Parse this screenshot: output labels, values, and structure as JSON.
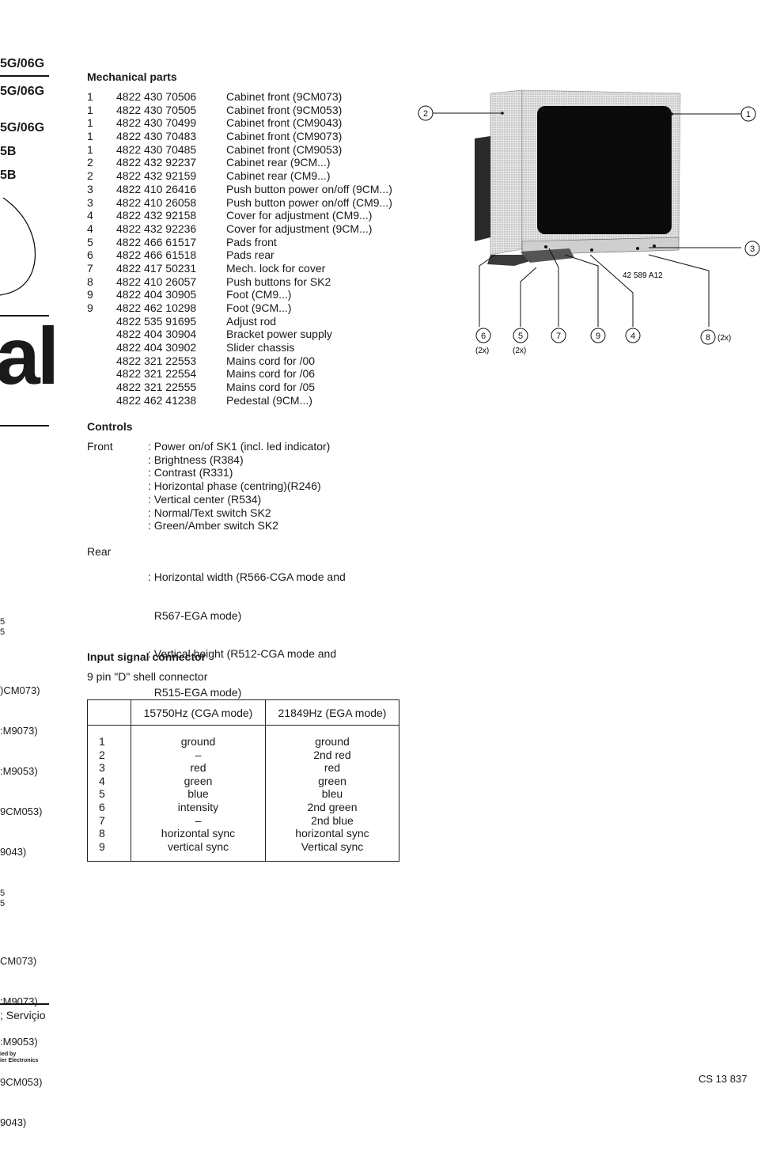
{
  "left_margin": {
    "models": [
      "5G/06G",
      "5G/06G",
      "5G/06G",
      "5B",
      "5B"
    ],
    "big_text": "al",
    "list_a_head": [
      "5",
      "5"
    ],
    "list_a": [
      ")CM073)",
      ":M9073)",
      ":M9053)",
      "9CM053)",
      "9043)"
    ],
    "list_b_head": [
      "5",
      "5"
    ],
    "list_b": [
      "CM073)",
      ":M9073)",
      ":M9053)",
      "9CM053)",
      "9043)"
    ],
    "service_text": "; Serviçio",
    "publisher_line1": "ied by",
    "publisher_line2": "ier Electronics"
  },
  "mechanical": {
    "heading": "Mechanical parts",
    "parts": [
      {
        "qty": "1",
        "code": "4822 430 70506",
        "desc": "Cabinet front (9CM073)"
      },
      {
        "qty": "1",
        "code": "4822 430 70505",
        "desc": "Cabinet front (9CM053)"
      },
      {
        "qty": "1",
        "code": "4822 430 70499",
        "desc": "Cabinet front (CM9043)"
      },
      {
        "qty": "1",
        "code": "4822 430 70483",
        "desc": "Cabinet front (CM9073)"
      },
      {
        "qty": "1",
        "code": "4822 430 70485",
        "desc": "Cabinet front (CM9053)"
      },
      {
        "qty": "2",
        "code": "4822 432 92237",
        "desc": "Cabinet rear (9CM...)"
      },
      {
        "qty": "2",
        "code": "4822 432 92159",
        "desc": "Cabinet rear (CM9...)"
      },
      {
        "qty": "3",
        "code": "4822 410 26416",
        "desc": "Push button power on/off (9CM...)"
      },
      {
        "qty": "3",
        "code": "4822 410 26058",
        "desc": "Push button power on/off (CM9...)"
      },
      {
        "qty": "4",
        "code": "4822 432 92158",
        "desc": "Cover for adjustment (CM9...)"
      },
      {
        "qty": "4",
        "code": "4822 432 92236",
        "desc": "Cover for adjustment (9CM...)"
      },
      {
        "qty": "5",
        "code": "4822 466 61517",
        "desc": "Pads front"
      },
      {
        "qty": "6",
        "code": "4822 466 61518",
        "desc": "Pads rear"
      },
      {
        "qty": "7",
        "code": "4822 417 50231",
        "desc": "Mech. lock for cover"
      },
      {
        "qty": "8",
        "code": "4822 410 26057",
        "desc": "Push buttons for SK2"
      },
      {
        "qty": "9",
        "code": "4822 404 30905",
        "desc": "Foot (CM9...)"
      },
      {
        "qty": "9",
        "code": "4822 462 10298",
        "desc": "Foot (9CM...)"
      },
      {
        "qty": "",
        "code": "4822 535 91695",
        "desc": "Adjust rod"
      },
      {
        "qty": "",
        "code": "4822 404 30904",
        "desc": "Bracket power supply"
      },
      {
        "qty": "",
        "code": "4822 404 30902",
        "desc": "Slider chassis"
      },
      {
        "qty": "",
        "code": "4822 321 22553",
        "desc": "Mains cord for /00"
      },
      {
        "qty": "",
        "code": "4822 321 22554",
        "desc": "Mains cord for /06"
      },
      {
        "qty": "",
        "code": "4822 321 22555",
        "desc": "Mains cord for /05"
      },
      {
        "qty": "",
        "code": "4822 462 41238",
        "desc": "Pedestal (9CM...)"
      }
    ]
  },
  "diagram": {
    "drawing_number": "42 589 A12",
    "callouts": {
      "c1": "1",
      "c2": "2",
      "c3": "3",
      "c4": "4",
      "c5": "5",
      "c6": "6",
      "c7": "7",
      "c8": "8",
      "c9": "9"
    },
    "qty_6": "(2x)",
    "qty_5": "(2x)",
    "qty_8": "(2x)"
  },
  "controls": {
    "heading": "Controls",
    "front_label": "Front",
    "front_items": [
      ": Power on/of SK1 (incl. led indicator)",
      ": Brightness (R384)",
      ": Contrast (R331)",
      ": Horizontal phase (centring)(R246)",
      ": Vertical center (R534)",
      ": Normal/Text switch SK2",
      ": Green/Amber switch SK2"
    ],
    "rear_label": "Rear",
    "rear_items": [
      ": Horizontal width (R566-CGA mode and",
      "  R567-EGA mode)",
      ": Vertical height (R512-CGA mode and",
      "  R515-EGA mode)"
    ]
  },
  "input_signal": {
    "heading": "Input signal connector",
    "subtitle": "9 pin \"D\" shell connector",
    "col_cga": "15750Hz (CGA mode)",
    "col_ega": "21849Hz (EGA mode)",
    "rows": [
      {
        "pin": "1",
        "cga": "ground",
        "ega": "ground"
      },
      {
        "pin": "2",
        "cga": "–",
        "ega": "2nd red"
      },
      {
        "pin": "3",
        "cga": "red",
        "ega": "red"
      },
      {
        "pin": "4",
        "cga": "green",
        "ega": "green"
      },
      {
        "pin": "5",
        "cga": "blue",
        "ega": "bleu"
      },
      {
        "pin": "6",
        "cga": "intensity",
        "ega": "2nd green"
      },
      {
        "pin": "7",
        "cga": "–",
        "ega": "2nd blue"
      },
      {
        "pin": "8",
        "cga": "horizontal sync",
        "ega": "horizontal sync"
      },
      {
        "pin": "9",
        "cga": "vertical sync",
        "ega": "Vertical sync"
      }
    ]
  },
  "footer": {
    "code": "CS 13 837"
  }
}
